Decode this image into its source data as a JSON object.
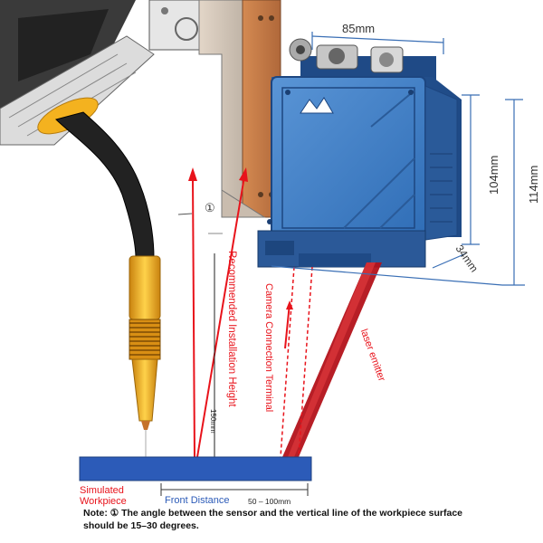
{
  "dimensions": {
    "width": "85mm",
    "height_body": "104mm",
    "height_total": "114mm",
    "depth": "34mm"
  },
  "labels": {
    "recommended_height": "Recommended Installation Height",
    "recommended_height_value": "150mm",
    "camera_terminal": "Camera Connection Terminal",
    "laser_emitter": "laser emitter",
    "workpiece_line1": "Simulated",
    "workpiece_line2": "Workpiece",
    "front_distance": "Front Distance",
    "front_distance_value": "50 – 100mm",
    "angle_marker": "①"
  },
  "note": "Note: ① The angle between the sensor and the vertical line of the workpiece surface should be 15–30 degrees.",
  "colors": {
    "sensor_blue": "#3f7ec8",
    "sensor_dark": "#2a5e9f",
    "annotation_red": "#e8131b",
    "dimension_blue": "#3a6fb5",
    "workpiece_blue": "#2c5bb8",
    "laser_red": "#b3121a",
    "torch_yellow": "#f2b01e"
  },
  "icons": [
    "brand-logo-icon",
    "connector-icon"
  ]
}
